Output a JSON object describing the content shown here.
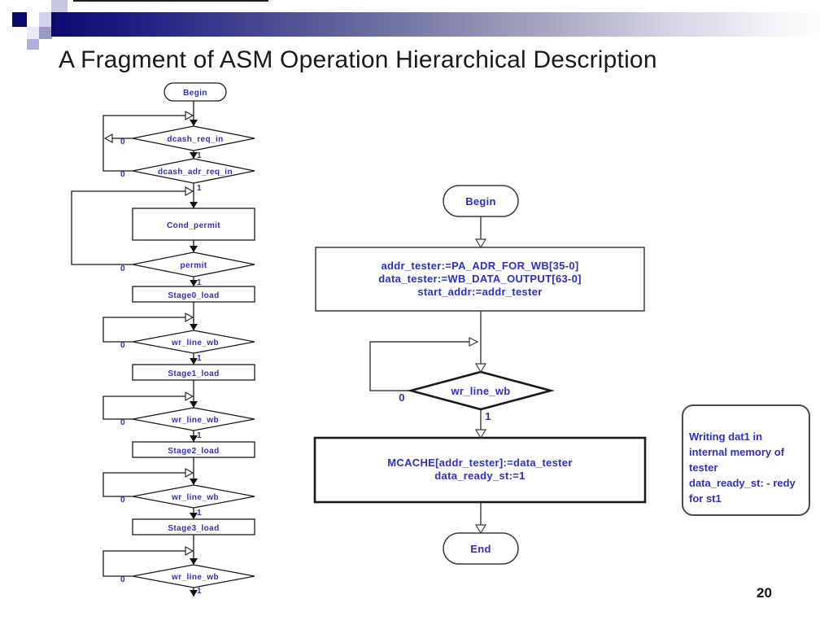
{
  "slide": {
    "title": "A Fragment of ASM Operation Hierarchical Description",
    "page_number": "20"
  },
  "colors": {
    "flow_text_blue": "#2e2ecc",
    "bar_dark": "#0a0a70",
    "navy_square": "#0a0a6e"
  },
  "left_chart": {
    "begin_label": "Begin",
    "decision_dcash_req": "dcash_req_in",
    "decision_dcash_adr_req": "dcash_adr_req_in",
    "box_cond_permit": "Cond_permit",
    "decision_permit": "permit",
    "box_stage0": "Stage0_load",
    "box_stage1": "Stage1_load",
    "box_stage2": "Stage2_load",
    "box_stage3": "Stage3_load",
    "decision_wr_line": "wr_line_wb",
    "branch_zero": "0",
    "branch_one": "1"
  },
  "right_chart": {
    "begin_label": "Begin",
    "assign_box_lines": [
      "addr_tester:=PA_ADR_FOR_WB[35-0]",
      "data_tester:=WB_DATA_OUTPUT[63-0]",
      "start_addr:=addr_tester"
    ],
    "decision_wr_line": "wr_line_wb",
    "action_box_lines": [
      "MCACHE[addr_tester]:=data_tester",
      "data_ready_st:=1"
    ],
    "end_label": "End",
    "branch_zero": "0",
    "branch_one": "1"
  },
  "note": {
    "lines": [
      "Writing dat1 in",
      "internal memory of",
      "tester",
      "data_ready_st: - redy",
      "for st1"
    ]
  }
}
